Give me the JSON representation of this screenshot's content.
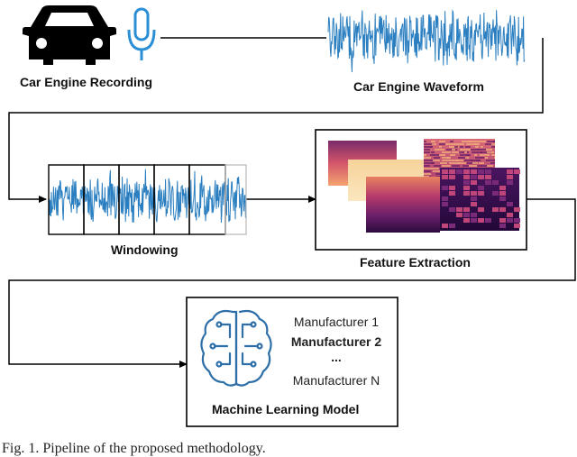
{
  "diagram": {
    "recording_label": "Car Engine Recording",
    "waveform_label": "Car Engine Waveform",
    "windowing_label": "Windowing",
    "feature_label": "Feature Extraction",
    "model": {
      "classes": [
        "Manufacturer 1",
        "Manufacturer 2",
        "...",
        "Manufacturer N"
      ],
      "title": "Machine Learning Model"
    },
    "icons": [
      "car-icon",
      "microphone-icon",
      "neural-brain-icon"
    ],
    "colors": {
      "waveform": "#2b7fc0",
      "microphone": "#2b8fd6",
      "brain_icon": "#2e6fa8",
      "spectrogram_dark": "#1d0b36",
      "spectrogram_mid": "#b83b6a",
      "spectrogram_light": "#f6c58c"
    }
  },
  "caption": "Fig. 1. Pipeline of the proposed methodology."
}
